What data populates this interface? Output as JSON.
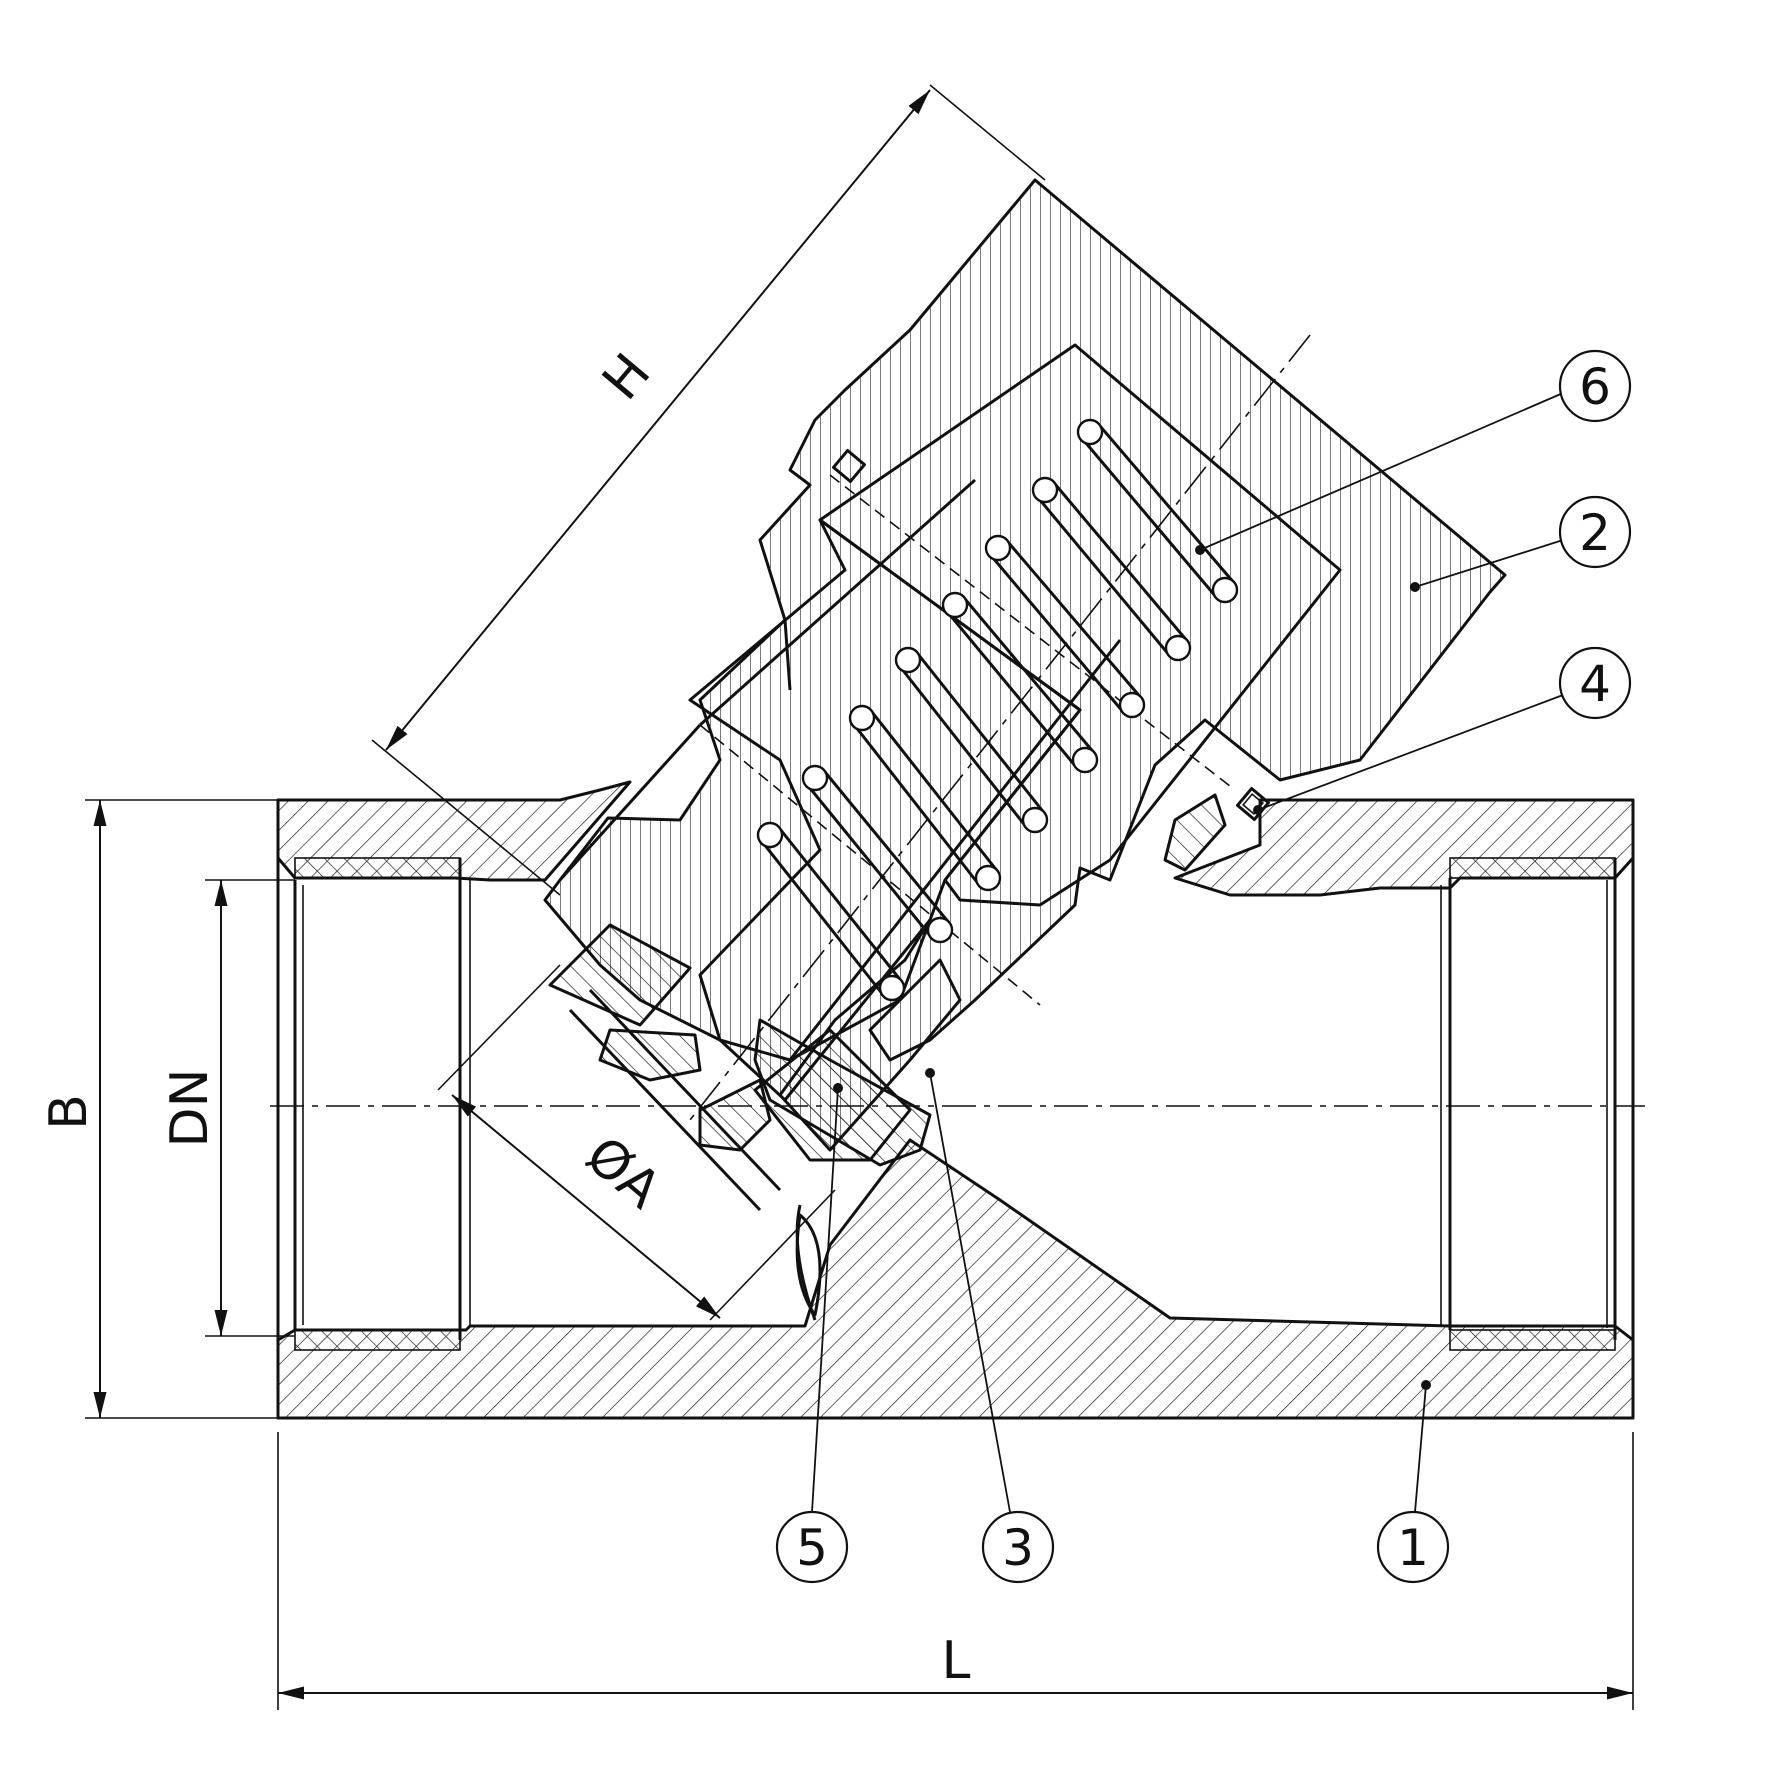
{
  "dimensions": {
    "length": "L",
    "height_overall": "B",
    "nominal_diameter": "DN",
    "cap_height": "H",
    "bore_diameter": "ØA"
  },
  "parts": [
    {
      "number": "1"
    },
    {
      "number": "2"
    },
    {
      "number": "3"
    },
    {
      "number": "4"
    },
    {
      "number": "5"
    },
    {
      "number": "6"
    }
  ]
}
